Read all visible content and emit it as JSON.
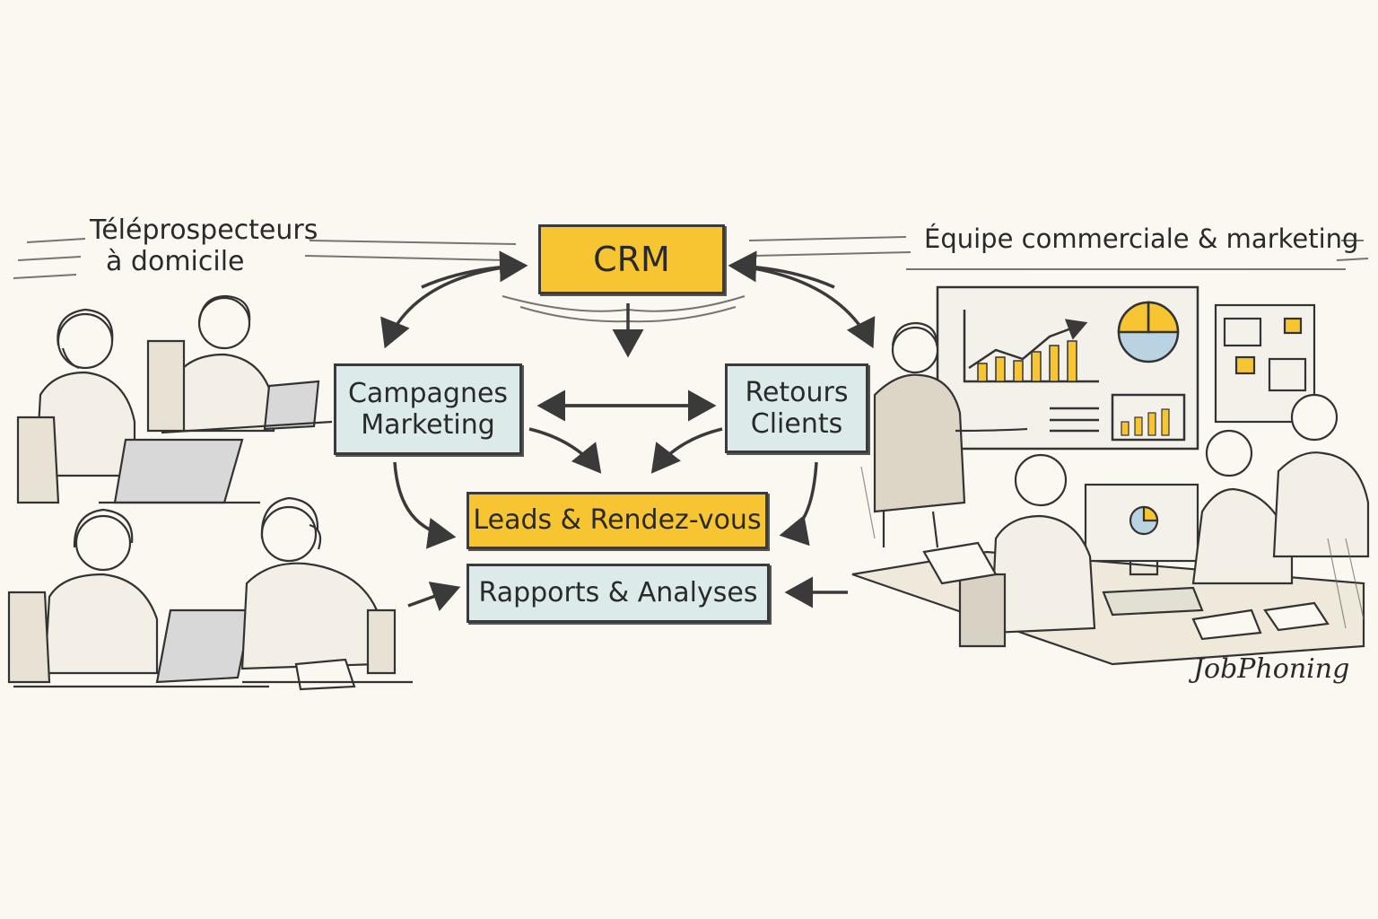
{
  "left_group": {
    "title_line1": "Téléprospecteurs",
    "title_line2": "à domicile"
  },
  "right_group": {
    "title": "Équipe commerciale & marketing"
  },
  "nodes": {
    "crm": "CRM",
    "campaigns_line1": "Campagnes",
    "campaigns_line2": "Marketing",
    "feedback_line1": "Retours",
    "feedback_line2": "Clients",
    "leads": "Leads & Rendez-vous",
    "reports": "Rapports & Analyses"
  },
  "signature": "JobPhoning",
  "colors": {
    "yellow_box": "#f6c531",
    "blue_box": "#dceaea",
    "ink": "#2a2a2a",
    "background": "#fbf8f1"
  }
}
